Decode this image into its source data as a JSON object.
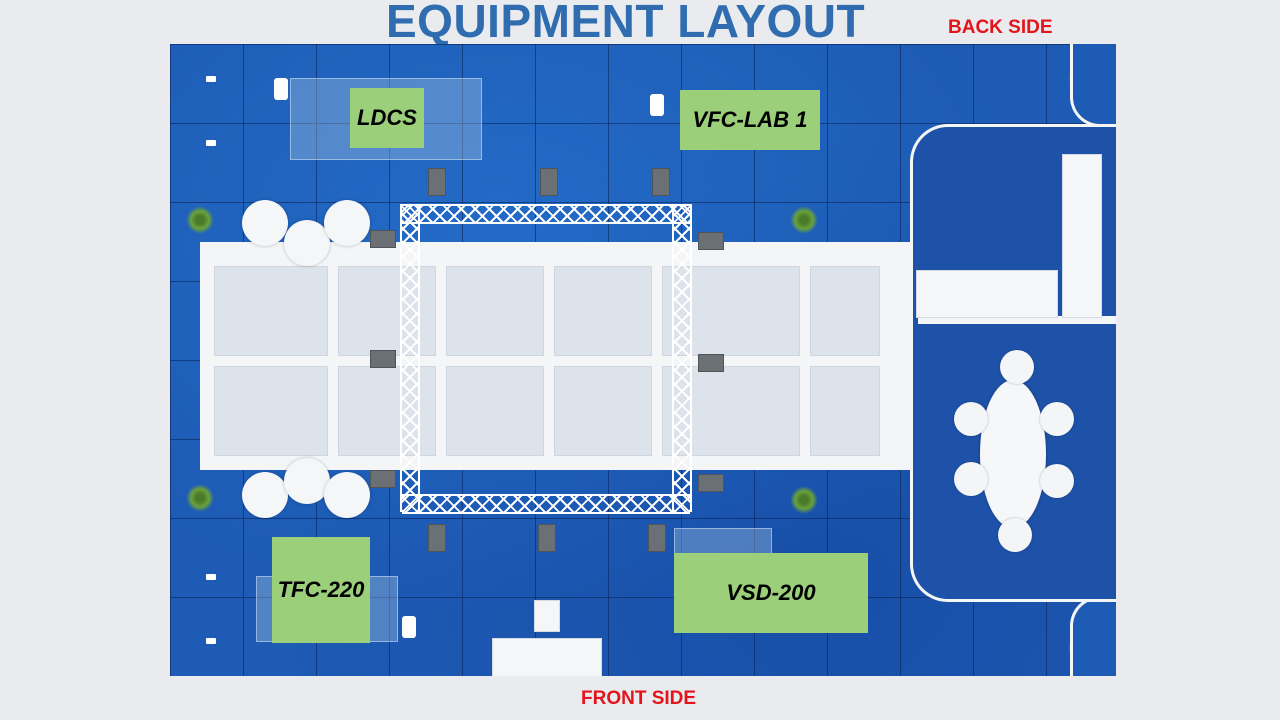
{
  "title": "EQUIPMENT LAYOUT",
  "back_side_label": "BACK SIDE",
  "front_side_label": "FRONT SIDE",
  "equipment": {
    "ldcs": "LDCS",
    "vfc_lab_1": "VFC-LAB 1",
    "tfc_220": "TFC-220",
    "vsd_200": "VSD-200"
  },
  "colors": {
    "title": "#2f6db0",
    "side_label": "#e3141b",
    "floor": "#1d5bb4",
    "equipment_box": "#9bcf7a"
  }
}
